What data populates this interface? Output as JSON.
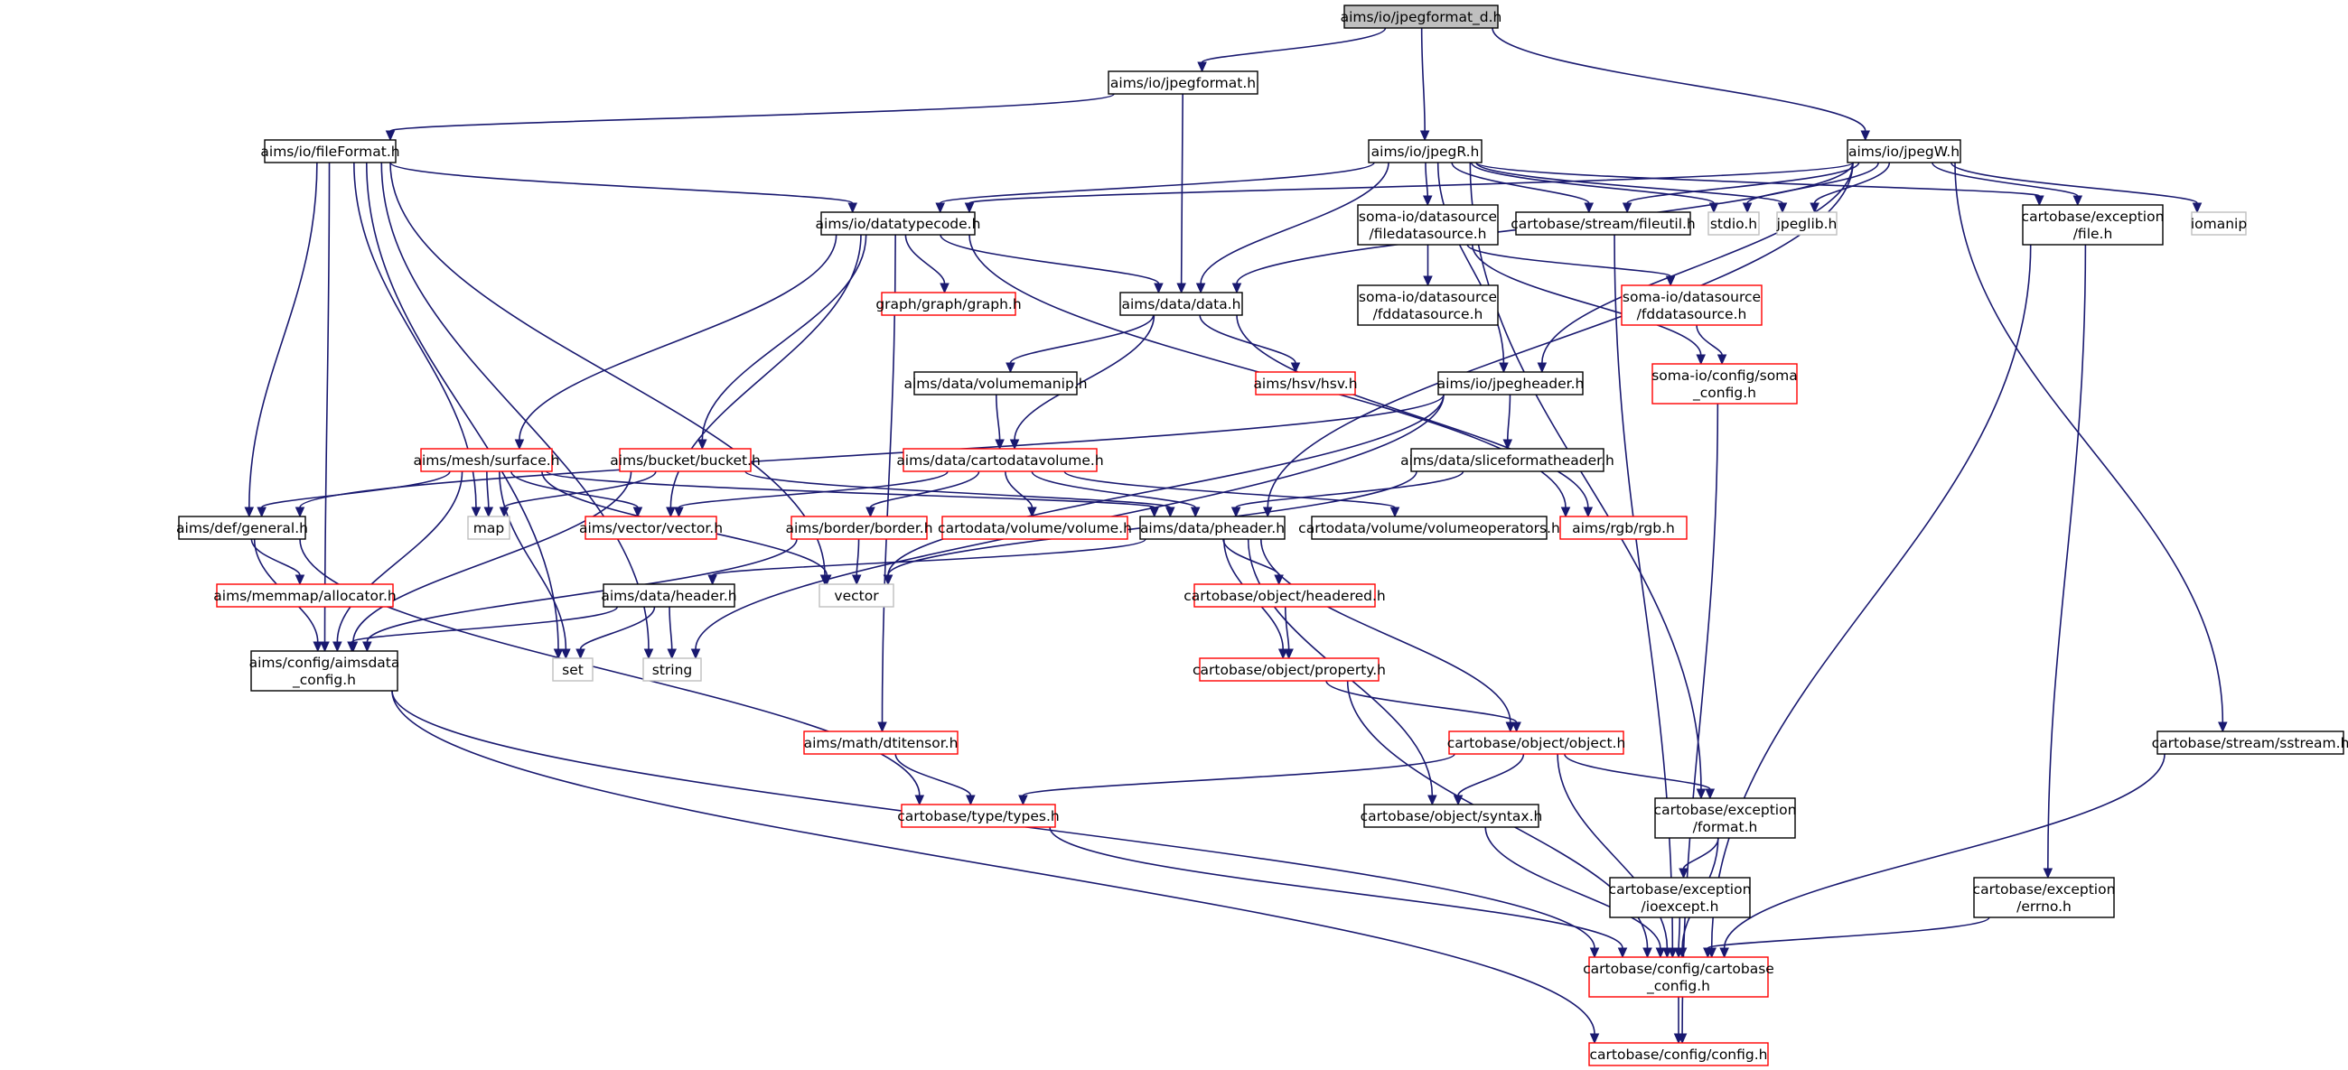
{
  "nodes": [
    {
      "id": "root",
      "label": "aims/io/jpegformat_d.h",
      "style": "root"
    },
    {
      "id": "jpegformat",
      "label": "aims/io/jpegformat.h",
      "style": "normal"
    },
    {
      "id": "fileFormat",
      "label": "aims/io/fileFormat.h",
      "style": "normal"
    },
    {
      "id": "jpegR",
      "label": "aims/io/jpegR.h",
      "style": "normal"
    },
    {
      "id": "jpegW",
      "label": "aims/io/jpegW.h",
      "style": "normal"
    },
    {
      "id": "datatypecode",
      "label": "aims/io/datatypecode.h",
      "style": "normal"
    },
    {
      "id": "filedatasource",
      "label": [
        "soma-io/datasource",
        "/filedatasource.h"
      ],
      "style": "normal"
    },
    {
      "id": "fileutil",
      "label": "cartobase/stream/fileutil.h",
      "style": "normal"
    },
    {
      "id": "stdio",
      "label": "stdio.h",
      "style": "ext"
    },
    {
      "id": "jpeglib",
      "label": "jpeglib.h",
      "style": "ext"
    },
    {
      "id": "excfile",
      "label": [
        "cartobase/exception",
        "/file.h"
      ],
      "style": "normal"
    },
    {
      "id": "iomanip",
      "label": "iomanip",
      "style": "ext"
    },
    {
      "id": "graph",
      "label": "graph/graph/graph.h",
      "style": "red"
    },
    {
      "id": "data",
      "label": "aims/data/data.h",
      "style": "normal"
    },
    {
      "id": "fddatasource",
      "label": [
        "soma-io/datasource",
        "/fddatasource.h"
      ],
      "style": "normal"
    },
    {
      "id": "fddatasource2",
      "label": [
        "soma-io/datasource",
        "/fddatasource.h"
      ],
      "style": "red"
    },
    {
      "id": "volumemanip",
      "label": "aims/data/volumemanip.h",
      "style": "normal"
    },
    {
      "id": "hsv",
      "label": "aims/hsv/hsv.h",
      "style": "red"
    },
    {
      "id": "jpegheader",
      "label": "aims/io/jpegheader.h",
      "style": "normal"
    },
    {
      "id": "somaconfig",
      "label": [
        "soma-io/config/soma",
        "_config.h"
      ],
      "style": "red"
    },
    {
      "id": "surface",
      "label": "aims/mesh/surface.h",
      "style": "red"
    },
    {
      "id": "bucket",
      "label": "aims/bucket/bucket.h",
      "style": "red"
    },
    {
      "id": "cartodatavolume",
      "label": "aims/data/cartodatavolume.h",
      "style": "red"
    },
    {
      "id": "sliceformatheader",
      "label": "aims/data/sliceformatheader.h",
      "style": "normal"
    },
    {
      "id": "general",
      "label": "aims/def/general.h",
      "style": "normal"
    },
    {
      "id": "map",
      "label": "map",
      "style": "ext"
    },
    {
      "id": "vectorh",
      "label": "aims/vector/vector.h",
      "style": "red"
    },
    {
      "id": "border",
      "label": "aims/border/border.h",
      "style": "red"
    },
    {
      "id": "volumeh",
      "label": "cartodata/volume/volume.h",
      "style": "red"
    },
    {
      "id": "pheader",
      "label": "aims/data/pheader.h",
      "style": "normal"
    },
    {
      "id": "volumeoperators",
      "label": "cartodata/volume/volumeoperators.h",
      "style": "normal"
    },
    {
      "id": "rgb",
      "label": "aims/rgb/rgb.h",
      "style": "red"
    },
    {
      "id": "allocator",
      "label": "aims/memmap/allocator.h",
      "style": "red"
    },
    {
      "id": "header",
      "label": "aims/data/header.h",
      "style": "normal"
    },
    {
      "id": "vector",
      "label": "vector",
      "style": "ext"
    },
    {
      "id": "headered",
      "label": "cartobase/object/headered.h",
      "style": "red"
    },
    {
      "id": "aimsdataconfig",
      "label": [
        "aims/config/aimsdata",
        "_config.h"
      ],
      "style": "normal"
    },
    {
      "id": "set",
      "label": "set",
      "style": "ext"
    },
    {
      "id": "string",
      "label": "string",
      "style": "ext"
    },
    {
      "id": "property",
      "label": "cartobase/object/property.h",
      "style": "red"
    },
    {
      "id": "object",
      "label": "cartobase/object/object.h",
      "style": "red"
    },
    {
      "id": "dtitensor",
      "label": "aims/math/dtitensor.h",
      "style": "red"
    },
    {
      "id": "sstream",
      "label": "cartobase/stream/sstream.h",
      "style": "normal"
    },
    {
      "id": "types",
      "label": "cartobase/type/types.h",
      "style": "red"
    },
    {
      "id": "syntax",
      "label": "cartobase/object/syntax.h",
      "style": "normal"
    },
    {
      "id": "excformat",
      "label": [
        "cartobase/exception",
        "/format.h"
      ],
      "style": "normal"
    },
    {
      "id": "ioexcept",
      "label": [
        "cartobase/exception",
        "/ioexcept.h"
      ],
      "style": "normal"
    },
    {
      "id": "errno",
      "label": [
        "cartobase/exception",
        "/errno.h"
      ],
      "style": "normal"
    },
    {
      "id": "cartobaseconfig",
      "label": [
        "cartobase/config/cartobase",
        "_config.h"
      ],
      "style": "red"
    },
    {
      "id": "config",
      "label": "cartobase/config/config.h",
      "style": "red"
    }
  ],
  "edges": [
    [
      "root",
      "jpegformat"
    ],
    [
      "root",
      "jpegR"
    ],
    [
      "root",
      "jpegW"
    ],
    [
      "jpegformat",
      "fileFormat"
    ],
    [
      "jpegformat",
      "data"
    ],
    [
      "fileFormat",
      "datatypecode"
    ],
    [
      "fileFormat",
      "general"
    ],
    [
      "fileFormat",
      "map"
    ],
    [
      "fileFormat",
      "vector"
    ],
    [
      "fileFormat",
      "set"
    ],
    [
      "fileFormat",
      "string"
    ],
    [
      "fileFormat",
      "aimsdataconfig"
    ],
    [
      "jpegR",
      "datatypecode"
    ],
    [
      "jpegR",
      "filedatasource"
    ],
    [
      "jpegR",
      "fileutil"
    ],
    [
      "jpegR",
      "stdio"
    ],
    [
      "jpegR",
      "jpeglib"
    ],
    [
      "jpegR",
      "data"
    ],
    [
      "jpegR",
      "jpegheader"
    ],
    [
      "jpegR",
      "excformat"
    ],
    [
      "jpegR",
      "excfile"
    ],
    [
      "jpegW",
      "datatypecode"
    ],
    [
      "jpegW",
      "fileutil"
    ],
    [
      "jpegW",
      "stdio"
    ],
    [
      "jpegW",
      "jpeglib"
    ],
    [
      "jpegW",
      "excfile"
    ],
    [
      "jpegW",
      "iomanip"
    ],
    [
      "jpegW",
      "sstream"
    ],
    [
      "jpegW",
      "data"
    ],
    [
      "jpegW",
      "jpegheader"
    ],
    [
      "jpegW",
      "pheader"
    ],
    [
      "datatypecode",
      "graph"
    ],
    [
      "datatypecode",
      "data"
    ],
    [
      "datatypecode",
      "surface"
    ],
    [
      "datatypecode",
      "bucket"
    ],
    [
      "datatypecode",
      "vectorh"
    ],
    [
      "datatypecode",
      "rgb"
    ],
    [
      "datatypecode",
      "dtitensor"
    ],
    [
      "filedatasource",
      "fddatasource"
    ],
    [
      "filedatasource",
      "fddatasource2"
    ],
    [
      "filedatasource",
      "somaconfig"
    ],
    [
      "fddatasource2",
      "somaconfig"
    ],
    [
      "fileutil",
      "cartobaseconfig"
    ],
    [
      "excfile",
      "errno"
    ],
    [
      "excfile",
      "cartobaseconfig"
    ],
    [
      "data",
      "volumemanip"
    ],
    [
      "data",
      "hsv"
    ],
    [
      "data",
      "cartodatavolume"
    ],
    [
      "data",
      "rgb"
    ],
    [
      "volumemanip",
      "cartodatavolume"
    ],
    [
      "jpegheader",
      "sliceformatheader"
    ],
    [
      "jpegheader",
      "general"
    ],
    [
      "jpegheader",
      "vector"
    ],
    [
      "jpegheader",
      "string"
    ],
    [
      "somaconfig",
      "config"
    ],
    [
      "surface",
      "general"
    ],
    [
      "surface",
      "map"
    ],
    [
      "surface",
      "vectorh"
    ],
    [
      "surface",
      "pheader"
    ],
    [
      "surface",
      "vector"
    ],
    [
      "surface",
      "set"
    ],
    [
      "surface",
      "aimsdataconfig"
    ],
    [
      "bucket",
      "map"
    ],
    [
      "bucket",
      "pheader"
    ],
    [
      "bucket",
      "aimsdataconfig"
    ],
    [
      "cartodatavolume",
      "vectorh"
    ],
    [
      "cartodatavolume",
      "border"
    ],
    [
      "cartodatavolume",
      "volumeh"
    ],
    [
      "cartodatavolume",
      "pheader"
    ],
    [
      "cartodatavolume",
      "volumeoperators"
    ],
    [
      "sliceformatheader",
      "pheader"
    ],
    [
      "sliceformatheader",
      "vector"
    ],
    [
      "general",
      "allocator"
    ],
    [
      "general",
      "aimsdataconfig"
    ],
    [
      "general",
      "types"
    ],
    [
      "border",
      "vector"
    ],
    [
      "border",
      "aimsdataconfig"
    ],
    [
      "pheader",
      "header"
    ],
    [
      "pheader",
      "headered"
    ],
    [
      "pheader",
      "property"
    ],
    [
      "pheader",
      "object"
    ],
    [
      "pheader",
      "syntax"
    ],
    [
      "header",
      "set"
    ],
    [
      "header",
      "string"
    ],
    [
      "header",
      "aimsdataconfig"
    ],
    [
      "headered",
      "property"
    ],
    [
      "aimsdataconfig",
      "cartobaseconfig"
    ],
    [
      "aimsdataconfig",
      "config"
    ],
    [
      "property",
      "object"
    ],
    [
      "property",
      "cartobaseconfig"
    ],
    [
      "object",
      "types"
    ],
    [
      "object",
      "syntax"
    ],
    [
      "object",
      "excformat"
    ],
    [
      "object",
      "cartobaseconfig"
    ],
    [
      "dtitensor",
      "types"
    ],
    [
      "sstream",
      "cartobaseconfig"
    ],
    [
      "types",
      "cartobaseconfig"
    ],
    [
      "syntax",
      "cartobaseconfig"
    ],
    [
      "excformat",
      "ioexcept"
    ],
    [
      "excformat",
      "cartobaseconfig"
    ],
    [
      "ioexcept",
      "cartobaseconfig"
    ],
    [
      "errno",
      "cartobaseconfig"
    ],
    [
      "cartobaseconfig",
      "config"
    ]
  ],
  "colors": {
    "edge": "#191970",
    "border_normal": "#000000",
    "border_red": "#ff0000",
    "border_ext": "#bfbfbf",
    "root_fill": "#bfbfbf",
    "fill": "#ffffff"
  }
}
